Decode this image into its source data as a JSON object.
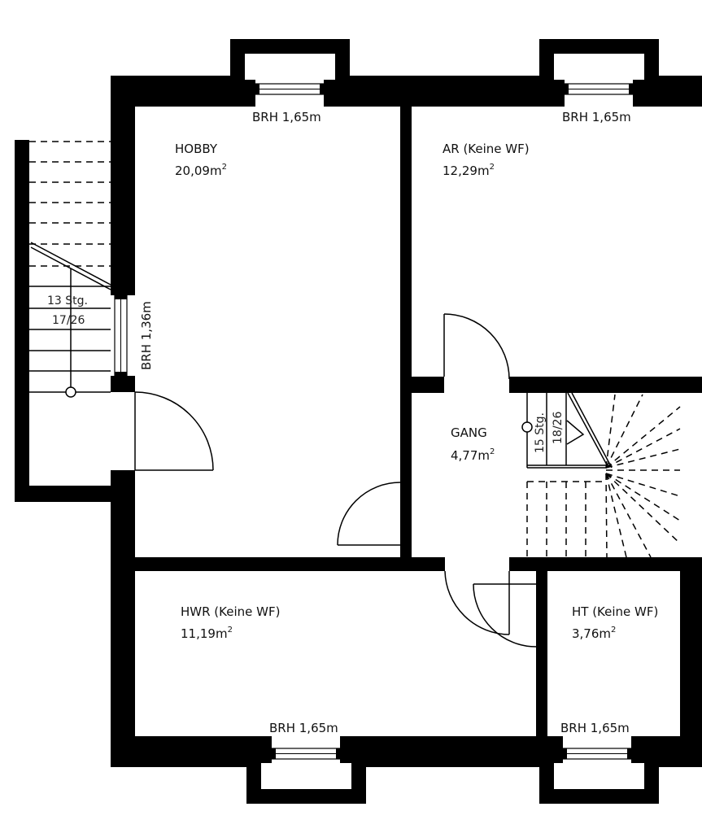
{
  "rooms": {
    "hobby": {
      "name": "HOBBY",
      "area": "20,09m",
      "unit_sup": "2"
    },
    "ar": {
      "name": "AR (Keine WF)",
      "area": "12,29m",
      "unit_sup": "2"
    },
    "gang": {
      "name": "GANG",
      "area": "4,77m",
      "unit_sup": "2"
    },
    "hwr": {
      "name": "HWR (Keine WF)",
      "area": "11,19m",
      "unit_sup": "2"
    },
    "ht": {
      "name": "HT (Keine WF)",
      "area": "3,76m",
      "unit_sup": "2"
    }
  },
  "windows": {
    "hobby_top": "BRH 1,65m",
    "ar_top": "BRH 1,65m",
    "hobby_left": "BRH 1,36m",
    "hwr_bottom": "BRH 1,65m",
    "ht_bottom": "BRH 1,65m"
  },
  "stairs": {
    "left": {
      "steps": "13 Stg.",
      "ratio": "17/26"
    },
    "right": {
      "steps": "15 Stg.",
      "ratio": "18/26"
    }
  },
  "colors": {
    "wall": "#000000",
    "background": "#ffffff"
  }
}
